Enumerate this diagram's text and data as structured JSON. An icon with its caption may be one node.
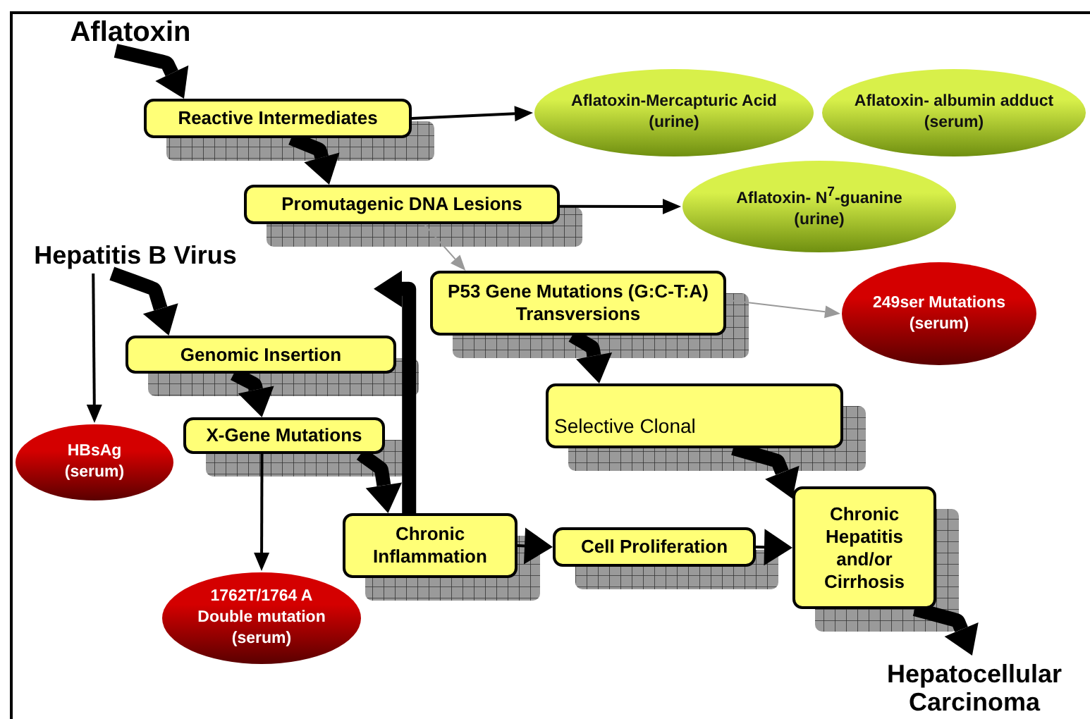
{
  "diagram": {
    "nodes": [
      {
        "text": [
          "Aflatoxin"
        ]
      },
      {
        "text": [
          "Reactive Intermediates"
        ]
      },
      {
        "text": [
          "Aflatoxin-Mercapturic Acid (urine)"
        ]
      },
      {
        "text": [
          "Aflatoxin- albumin adduct (serum)"
        ]
      },
      {
        "text": [
          "Promutagenic DNA Lesions"
        ]
      },
      {
        "text": [
          "Aflatoxin- N$^{7}$-guanine (urine)"
        ]
      },
      {
        "text": [
          "Hepatitis B Virus"
        ]
      },
      {
        "text": [
          "P53 Gene Mutations (G:C-T:A) Transversions"
        ]
      },
      {
        "text": [
          "249ser Mutations (serum)"
        ]
      },
      {
        "text": [
          "Genomic Insertion"
        ]
      },
      {
        "text": [
          "HBsAg (serum)"
        ]
      },
      {
        "text": [
          "X-Gene Mutations"
        ]
      },
      {
        "text": [
          "Selective Clonal"
        ]
      },
      {
        "text": [
          "1762T/1764 A Double mutation (serum)"
        ]
      },
      {
        "text": [
          "Chronic Inflammation"
        ]
      },
      {
        "text": [
          "Cell Proliferation"
        ]
      },
      {
        "text": [
          "Chronic Hepatitis and/or Cirrhosis"
        ]
      },
      {
        "text": [
          "Hepatocellular Carcinoma"
        ]
      }
    ],
    "edges": [
      {
        "from": 0,
        "to": 1,
        "arrow": "to"
      },
      {
        "from": 1,
        "to": 2,
        "arrow": "to"
      },
      {
        "from": 1,
        "to": 4,
        "arrow": "to"
      },
      {
        "from": 4,
        "to": 5,
        "arrow": "to"
      },
      {
        "from": 4,
        "to": 7,
        "arrow": "to",
        "color": "#999999"
      },
      {
        "from": 7,
        "to": 8,
        "arrow": "to",
        "color": "#999999"
      },
      {
        "from": 6,
        "to": 9,
        "arrow": "to"
      },
      {
        "from": 6,
        "to": 10,
        "arrow": "to"
      },
      {
        "from": 9,
        "to": 11,
        "arrow": "to"
      },
      {
        "from": 11,
        "to": 13,
        "arrow": "to"
      },
      {
        "from": 11,
        "to": 14,
        "arrow": "to"
      },
      {
        "from": 14,
        "to": 7,
        "arrow": "to"
      },
      {
        "from": 7,
        "to": 12,
        "arrow": "to"
      },
      {
        "from": 12,
        "to": 16,
        "arrow": "to"
      },
      {
        "from": 14,
        "to": 15,
        "arrow": "to"
      },
      {
        "from": 15,
        "to": 16,
        "arrow": "to"
      },
      {
        "from": 16,
        "to": 17,
        "arrow": "to"
      }
    ]
  }
}
